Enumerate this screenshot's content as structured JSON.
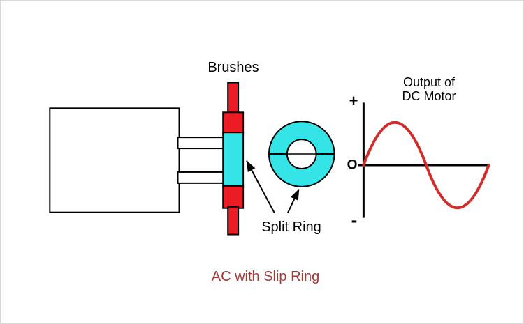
{
  "labels": {
    "brushes": "Brushes",
    "split_ring": "Split Ring",
    "output_line1": "Output of",
    "output_line2": "DC Motor",
    "axis_plus": "+",
    "axis_origin": "O",
    "axis_minus": "-",
    "caption": "AC with Slip Ring"
  },
  "colors": {
    "red": "#ec1c24",
    "cyan": "#35e4e6",
    "wave": "#d42a2a",
    "caption": "#a33a35",
    "outline": "#000000"
  },
  "chart_data": {
    "type": "line",
    "title": "Output of DC Motor",
    "x": [
      0,
      0.25,
      0.5,
      0.75,
      1
    ],
    "values": [
      0,
      1,
      0,
      -1,
      0
    ],
    "y_axis_labels": [
      "+",
      "O",
      "-"
    ],
    "series_color": "#d42a2a",
    "description": "One full sine-wave cycle shown as the output waveform"
  }
}
